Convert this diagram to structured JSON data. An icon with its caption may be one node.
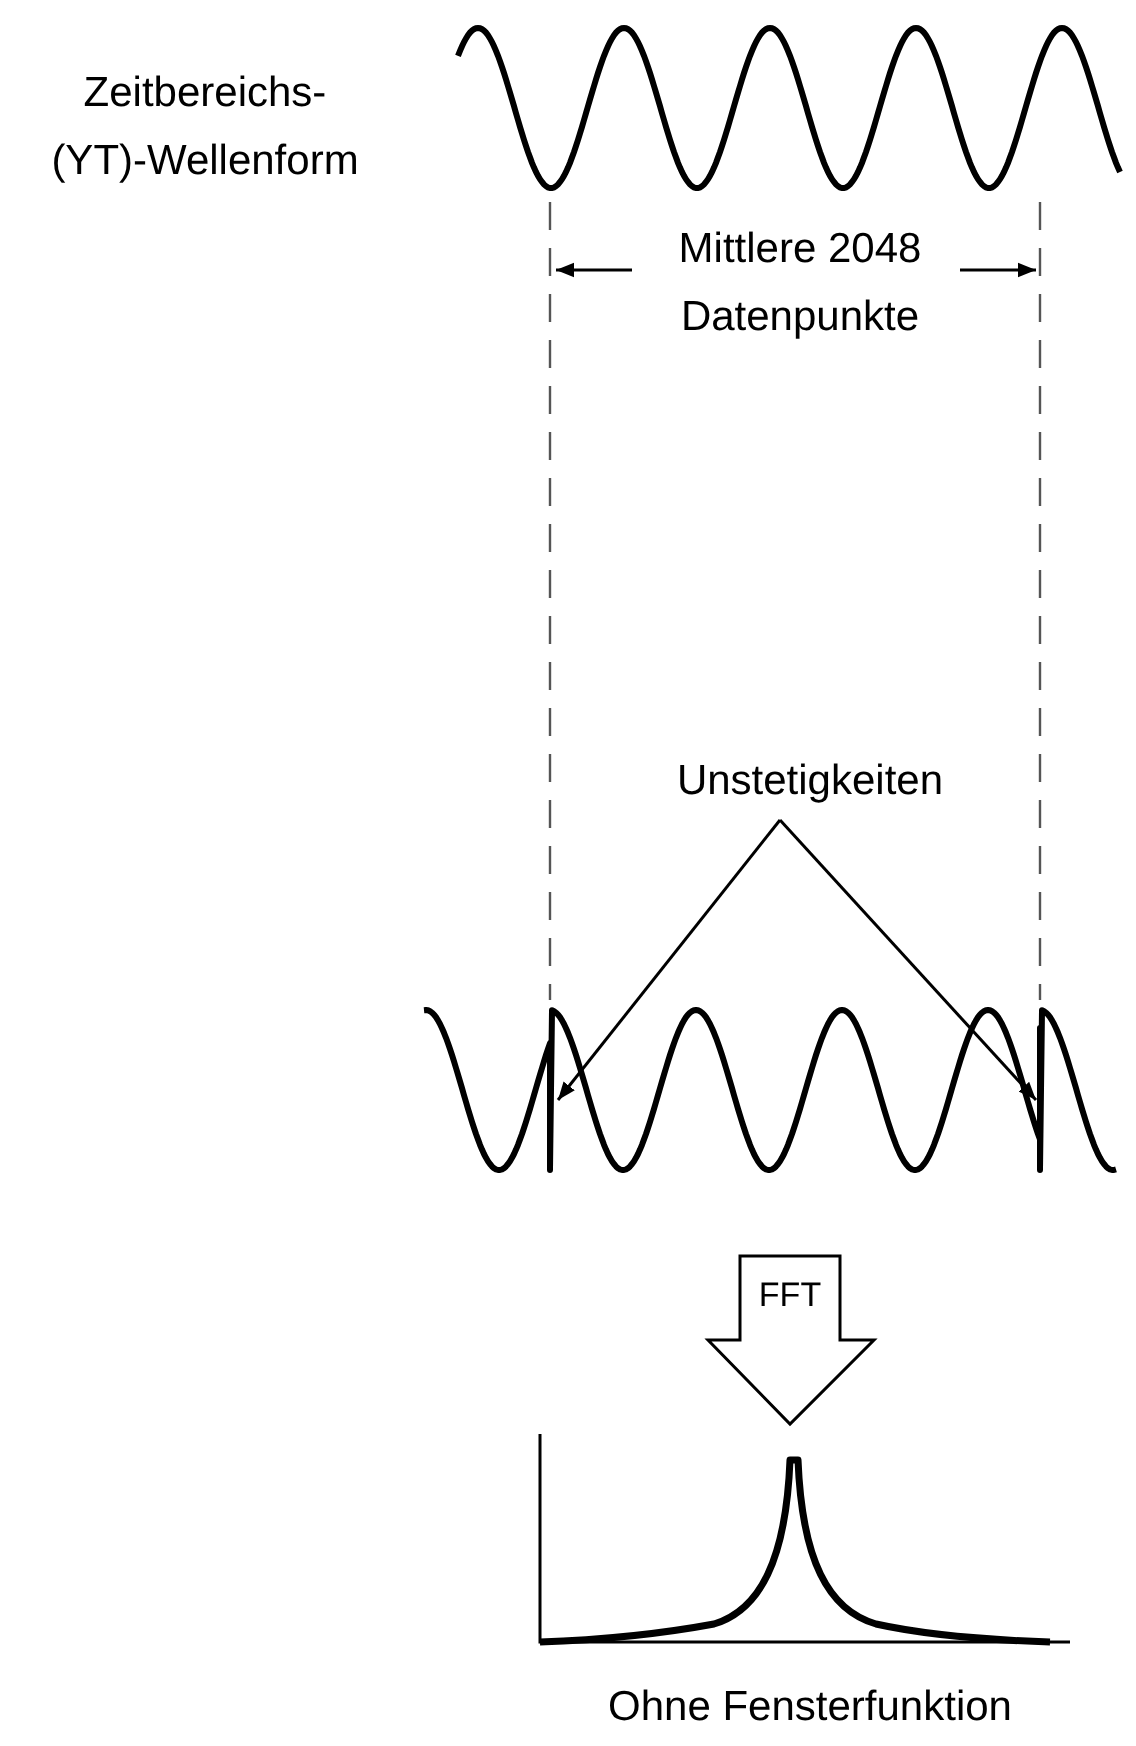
{
  "diagram": {
    "nodes": [
      {
        "text": [
          "Unstetigkeiten"
        ]
      },
      {
        "text": [],
        "shape": "picture"
      }
    ],
    "edges": [
      {
        "from": 0,
        "to": 1,
        "arrow": "to"
      },
      {
        "from": 0,
        "to": 1,
        "arrow": "to"
      }
    ],
    "labels": [
      "Zeitbereichs- (YT)-Wellenform",
      "Mittlere 2048 Datenpunkte",
      "FFT",
      "Ohne Fensterfunktion"
    ]
  }
}
